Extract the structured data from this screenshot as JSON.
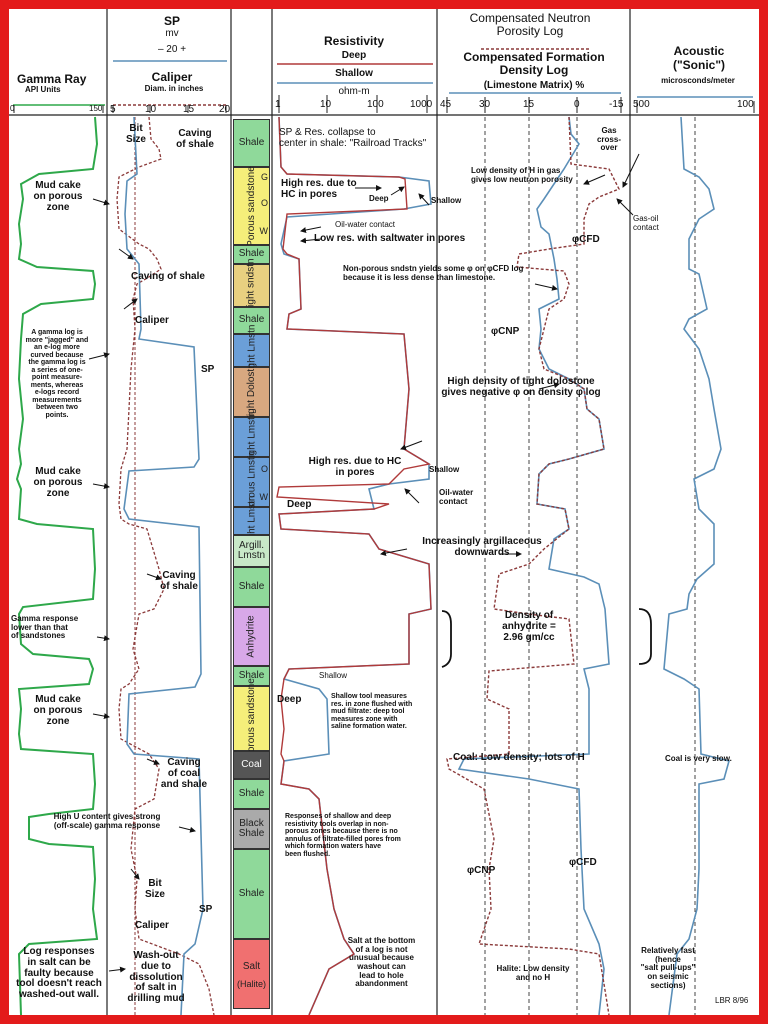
{
  "headers": {
    "gamma": {
      "title": "Gamma Ray",
      "unit": "API Units",
      "ticks": [
        "0",
        "150"
      ]
    },
    "sp": {
      "title": "SP",
      "unit": "mv",
      "scale": "– 20 +"
    },
    "caliper": {
      "title": "Caliper",
      "unit": "Diam. in inches",
      "ticks": [
        "5",
        "10",
        "15",
        "20"
      ]
    },
    "resistivity": {
      "title": "Resistivity",
      "deep": "Deep",
      "shallow": "Shallow",
      "unit": "ohm-m",
      "ticks": [
        "1",
        "10",
        "100",
        "1000"
      ]
    },
    "neutron": {
      "title": "Compensated Neutron Porosity Log"
    },
    "density": {
      "title": "Compensated Formation Density Log",
      "unit": "(Limestone Matrix) %",
      "ticks": [
        "45",
        "30",
        "15",
        "0",
        "-15"
      ]
    },
    "acoustic": {
      "title": "Acoustic",
      "sub": "(\"Sonic\")",
      "unit": "microsconds/meter",
      "ticks": [
        "500",
        "100"
      ]
    }
  },
  "lithology": [
    {
      "name": "Shale"
    },
    {
      "name": "Porous sandstone",
      "subs": [
        "G",
        "O",
        "W"
      ]
    },
    {
      "name": "Shale"
    },
    {
      "name": "Tight sndstn"
    },
    {
      "name": "Shale"
    },
    {
      "name": "Tight Lmstn"
    },
    {
      "name": "Tight Dolostn"
    },
    {
      "name": "Tight Lmstn"
    },
    {
      "name": "Porous Lmstn",
      "subs": [
        "O",
        "W"
      ]
    },
    {
      "name": "Tight Lmstn"
    },
    {
      "name": "Argill. Lmstn"
    },
    {
      "name": "Shale"
    },
    {
      "name": "Anhydrite"
    },
    {
      "name": "Shale"
    },
    {
      "name": "Porous sandstone"
    },
    {
      "name": "Coal"
    },
    {
      "name": "Shale"
    },
    {
      "name": "Black Shale"
    },
    {
      "name": "Shale"
    },
    {
      "name": "Salt",
      "sub2": "(Halite)"
    }
  ],
  "annotations": {
    "mudcake1": "Mud cake\non porous\nzone",
    "gamma_note": "A gamma log is\nmore \"jagged\" and\nan e-log more\ncurved because\nthe gamma log is\na series of one-\npoint measure-\nments, whereas\ne-logs record\nmeasurements\nbetween two\npoints.",
    "mudcake2": "Mud cake\non porous\nzone",
    "gamma_resp": "Gamma response\nlower than that\nof sandstones",
    "mudcake3": "Mud cake\non porous\nzone",
    "highu": "High U content gives strong\n(off-scale) gamma response",
    "salt_note": "Log responses\nin salt can be\nfaulty because\ntool doesn't reach\nwashed-out wall.",
    "bitsize1": "Bit\nSize",
    "caving1": "Caving\nof shale",
    "caving2": "Caving of shale",
    "caliper1": "Caliper",
    "sp_lbl1": "SP",
    "caving3": "Caving\nof shale",
    "caving4": "Caving\nof coal\nand shale",
    "bitsize2": "Bit\nSize",
    "caliper2": "Caliper",
    "sp_lbl2": "SP",
    "washout": "Wash-out\ndue to\ndissolution\nof salt in\ndrilling mud",
    "railroad": "SP & Res. collapse to\ncenter in shale: \"Railroad Tracks\"",
    "highres1": "High res. due to\nHC in pores",
    "deep1": "Deep",
    "shallow1": "Shallow",
    "oilwater1": "Oil-water contact",
    "lowres": "Low res. with saltwater in pores",
    "highres2": "High res. due to HC\nin pores",
    "shallow2": "Shallow",
    "deep2": "Deep",
    "oilwater2": "Oil-water\ncontact",
    "shallow3": "Shallow",
    "deep3": "Deep",
    "shallow_tool": "Shallow tool measures\nres. in zone flushed with\nmud filtrate: deep tool\nmeasures zone with\nsaline formation water.",
    "overlap": "Responses of shallow and deep\nresistivity tools overlap in non-\nporous zones because there is no\nannulus of filtrate-filled pores from\nwhich formation waters have\nbeen flushed.",
    "salt_bottom": "Salt at the bottom\nof a log is not\nunusual because\nwashout can\nlead to hole\nabandonment",
    "gas_cross": "Gas\ncross-\nover",
    "low_density": "Low density of H in gas\ngives low neutron porosity",
    "gas_oil": "Gas-oil\ncontact",
    "phi_cfd1": "φCFD",
    "nonporous": "Non-porous sndstn yields some φ on φCFD log\nbecause it is less dense than limestone.",
    "phi_cnp1": "φCNP",
    "high_density": "High density of tight dolostone\ngives negative φ on density φ log",
    "argill": "Increasingly argillaceous\ndownwards",
    "anhydrite": "Density of\nanhydrite =\n2.96 gm/cc",
    "coal_note": "Coal: Low density; lots of H",
    "phi_cnp2": "φCNP",
    "phi_cfd2": "φCFD",
    "halite": "Halite: Low density\nand no H",
    "coal_slow": "Coal is very slow.",
    "relfast": "Relatively fast\n(hence\n\"salt pull-ups\"\non seismic\nsections)",
    "credit": "LBR 8/96"
  },
  "colors": {
    "frame": "#e31b1b",
    "gamma": "#2ea84a",
    "log": "#5b8fb8",
    "deep": "#b03a3a",
    "caliper": "#8b3a3a",
    "shale": "#8fd99a",
    "sandstone": "#f5ee7a",
    "tight_sandstone": "#e8d080",
    "limestone": "#6b9fd8",
    "dolostone": "#d8a880",
    "argill": "#c8e8c8",
    "anhydrite": "#d8a8e8",
    "coal": "#555555",
    "black_shale": "#aaaaaa",
    "salt": "#f07070"
  }
}
